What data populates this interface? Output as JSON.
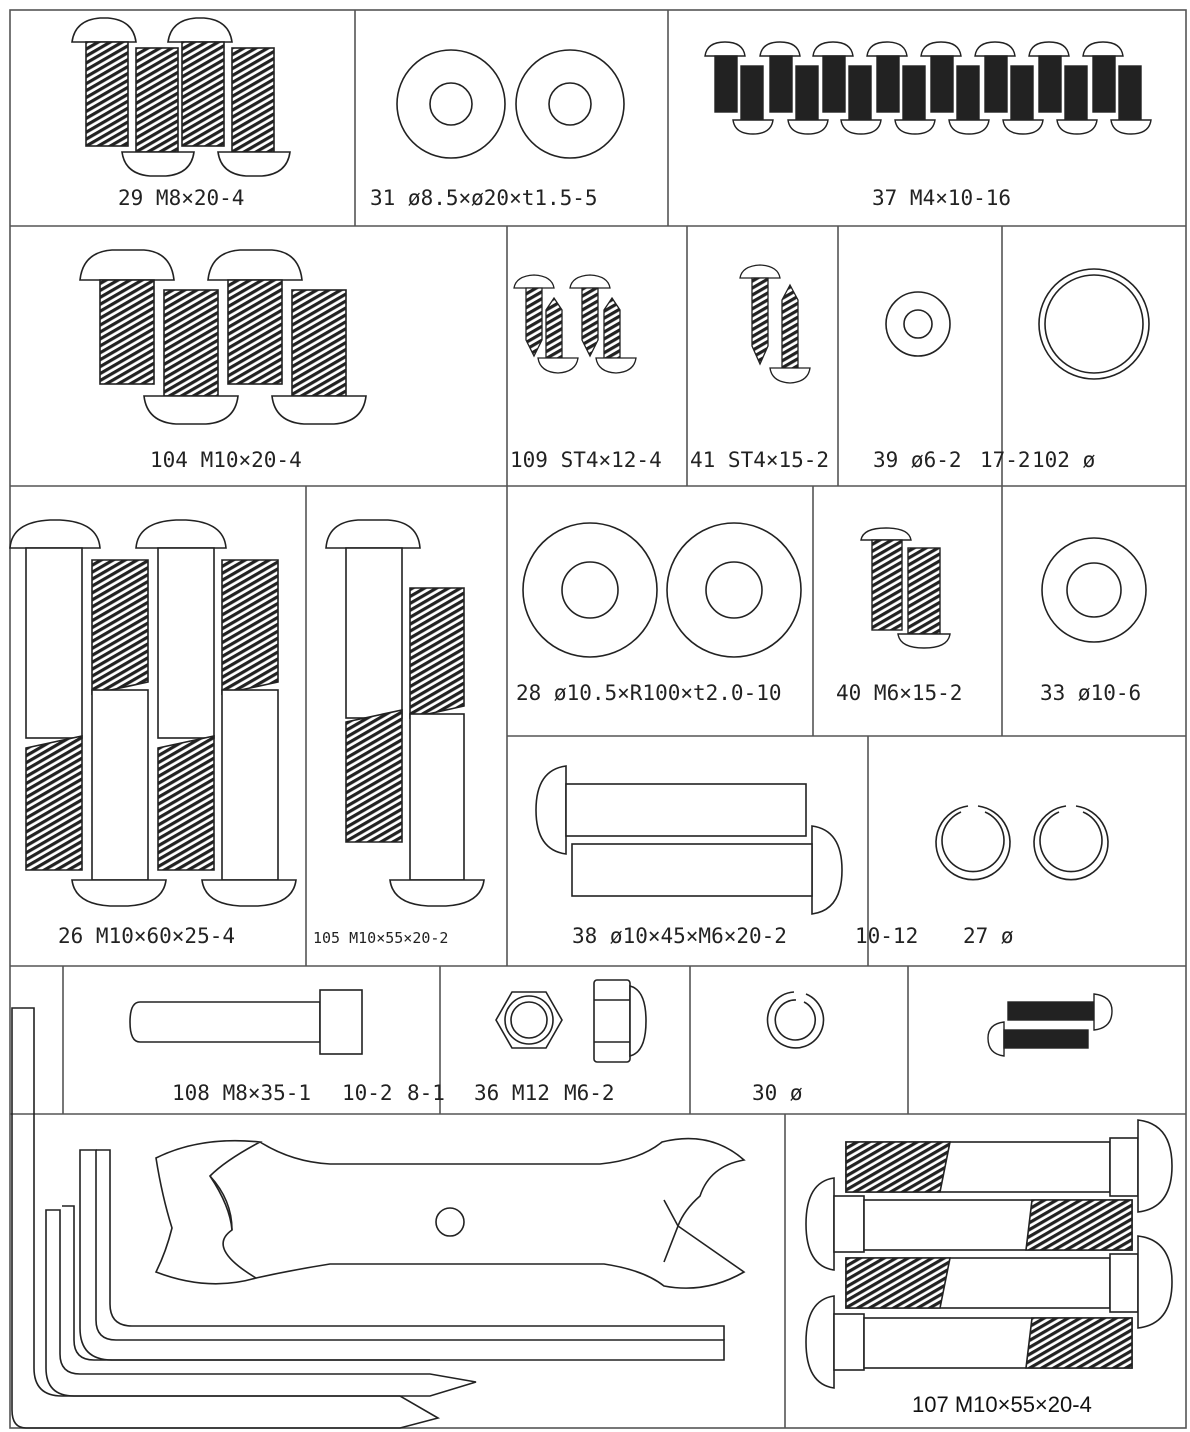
{
  "labels": {
    "p29": "29 M8×20-4",
    "p31": "31 ø8.5×ø20×t1.5-5",
    "p37": "37 M4×10-16",
    "p104": "104 M10×20-4",
    "p109": "109 ST4×12-4",
    "p41": "41 ST4×15-2",
    "p39": "39 ø6-2",
    "p17": "17-2",
    "p102": "102 ø",
    "p26": "26 M10×60×25-4",
    "p105": "105 M10×55×20-2",
    "p28": "28 ø10.5×R100×t2.0-10",
    "p40": "40 M6×15-2",
    "p33": "33 ø10-6",
    "p38": "38 ø10×45×M6×20-2",
    "p10_12": "10-12",
    "p27": "27 ø",
    "p108": "108 M8×35-1",
    "p10_2": "10-2",
    "p8_1": "8-1",
    "p36": "36 M12",
    "p36b": "M6-2",
    "p30": "30 ø",
    "p107": "107 M10×55×20-4"
  }
}
